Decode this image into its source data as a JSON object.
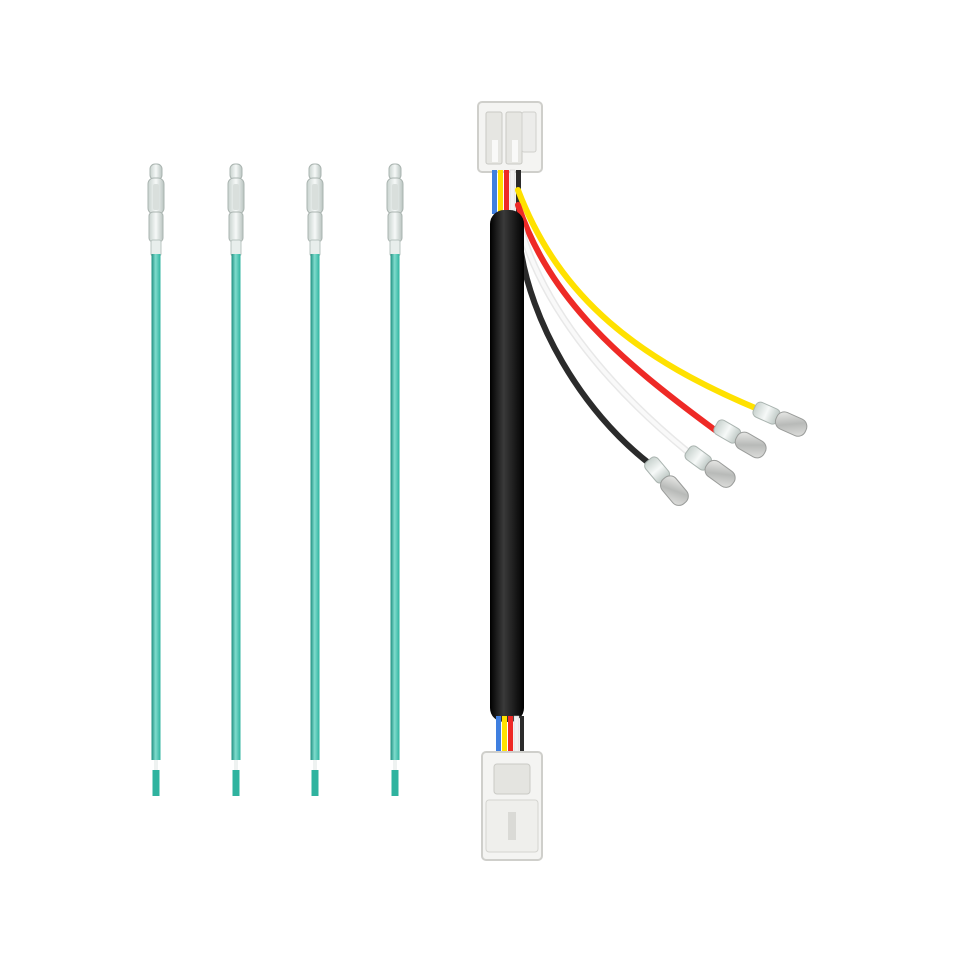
{
  "colors": {
    "background": "#ffffff",
    "teal_wire": "#2fb39f",
    "teal_wire_highlight": "#7fdccd",
    "teal_wire_shadow": "#1f8f80",
    "sheath": "#111111",
    "sheath_highlight": "#3a3a3a",
    "connector": "#f4f4f2",
    "connector_shade": "#d9d9d6",
    "terminal_clear": "#e6ece9",
    "terminal_metal": "#c9cbc9",
    "lead_yellow": "#ffe100",
    "lead_red": "#ee2a26",
    "lead_white": "#f2f2f2",
    "lead_black": "#2b2b2b",
    "lead_blue": "#3f7fe0"
  },
  "teal_wire_count": 4,
  "lead_colors": [
    "lead_yellow",
    "lead_red",
    "lead_white",
    "lead_black"
  ]
}
